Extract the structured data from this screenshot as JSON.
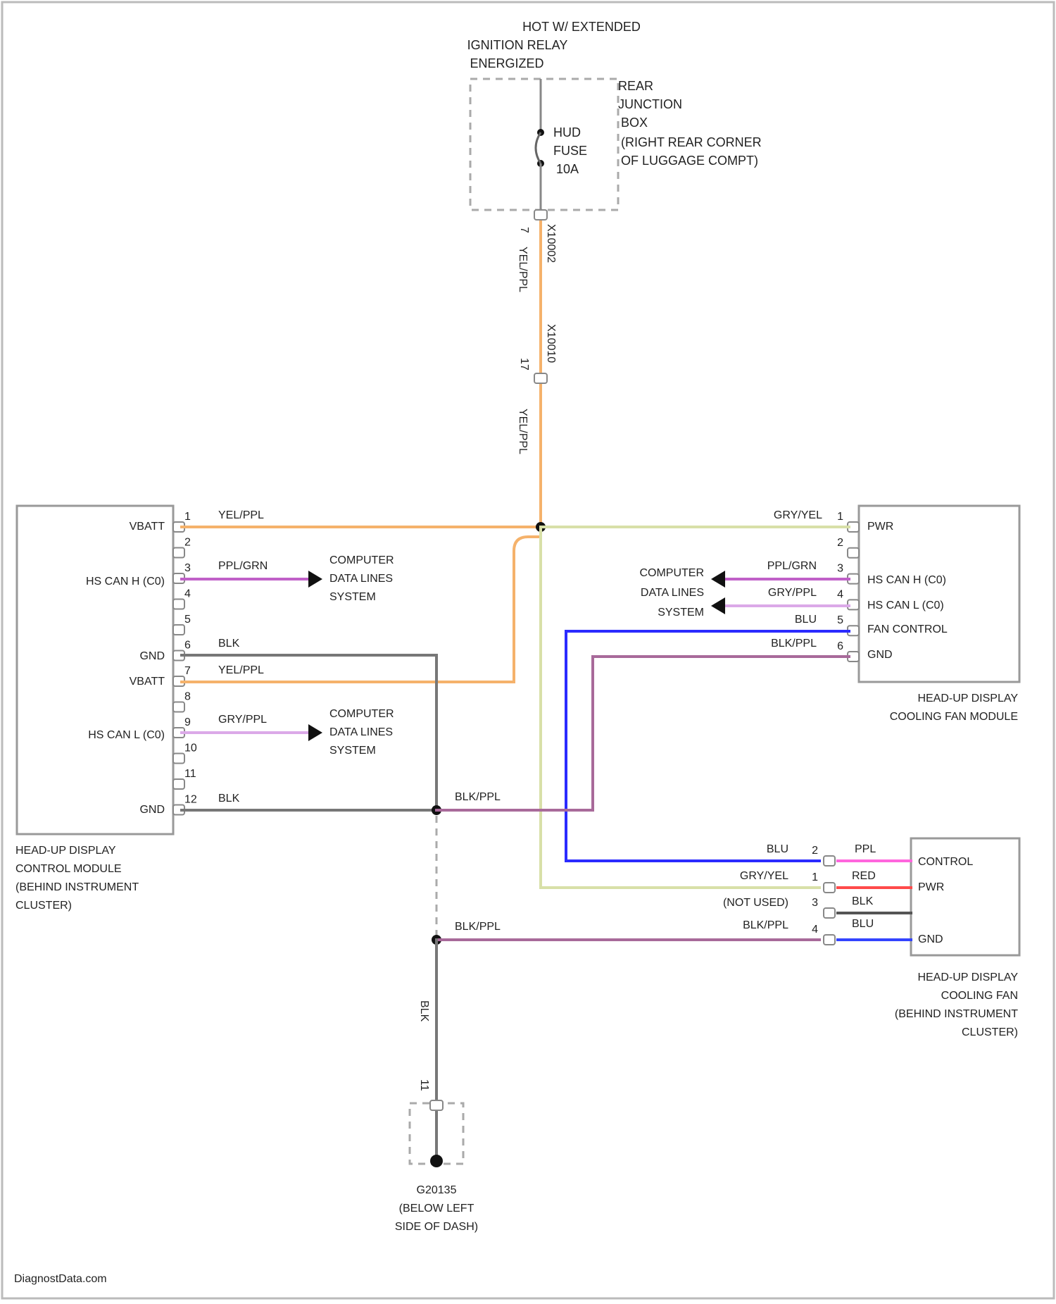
{
  "colors": {
    "yel_ppl": "#f5b26b",
    "ppl_grn": "#c060c8",
    "gry_ppl": "#dba9e8",
    "blk": "#777777",
    "blk_ppl": "#a86a9a",
    "gry_yel": "#d8e0a8",
    "blu": "#2b2bff",
    "ppl": "#ff66dd",
    "red": "#ff4a4a",
    "blu2": "#3344ff"
  },
  "power": {
    "title": [
      "HOT W/ EXTENDED",
      "IGNITION RELAY",
      "ENERGIZED"
    ],
    "fuse": [
      "HUD",
      "FUSE",
      "10A"
    ],
    "junction_box": [
      "REAR",
      "JUNCTION",
      "BOX",
      "(RIGHT REAR CORNER",
      "OF LUGGAGE COMPT)"
    ],
    "pin_top": "7",
    "wire_upper": "YEL/PPL",
    "connector_upper": "X10002",
    "pin_mid": "17",
    "connector_lower": "X10010",
    "wire_lower": "YEL/PPL"
  },
  "control_module": {
    "labels": {
      "vbatt1": "VBATT",
      "hs_can_h": "HS CAN H (C0)",
      "gnd1": "GND",
      "vbatt2": "VBATT",
      "hs_can_l": "HS CAN L (C0)",
      "gnd2": "GND"
    },
    "pins": [
      "1",
      "2",
      "3",
      "4",
      "5",
      "6",
      "7",
      "8",
      "9",
      "10",
      "11",
      "12"
    ],
    "wires": {
      "p1": "YEL/PPL",
      "p3": "PPL/GRN",
      "p6": "BLK",
      "p7": "YEL/PPL",
      "p9": "GRY/PPL",
      "p12": "BLK"
    },
    "data_lines": [
      "COMPUTER",
      "DATA LINES",
      "SYSTEM"
    ],
    "caption": [
      "HEAD-UP DISPLAY",
      "CONTROL MODULE",
      "(BEHIND INSTRUMENT",
      "CLUSTER)"
    ]
  },
  "fan_module": {
    "labels": {
      "pwr": "PWR",
      "hs_can_h": "HS CAN H (C0)",
      "hs_can_l": "HS CAN L (C0)",
      "fan_control": "FAN CONTROL",
      "gnd": "GND"
    },
    "pins": [
      "1",
      "2",
      "3",
      "4",
      "5",
      "6"
    ],
    "wires": {
      "p1": "GRY/YEL",
      "p3": "PPL/GRN",
      "p4": "GRY/PPL",
      "p5": "BLU",
      "p6": "BLK/PPL"
    },
    "data_lines": [
      "COMPUTER",
      "DATA LINES",
      "SYSTEM"
    ],
    "caption": [
      "HEAD-UP DISPLAY",
      "COOLING FAN MODULE"
    ]
  },
  "splice": {
    "wire": "BLK/PPL",
    "wire_lower": "BLK/PPL"
  },
  "cooling_fan": {
    "labels": {
      "control": "CONTROL",
      "pwr": "PWR",
      "gnd": "GND"
    },
    "pins": [
      "2",
      "1",
      "3",
      "4"
    ],
    "wires_left": {
      "p2": "BLU",
      "p1": "GRY/YEL",
      "p3": "(NOT USED)",
      "p4": "BLK/PPL"
    },
    "wires_right": {
      "a": "PPL",
      "b": "RED",
      "c": "BLK",
      "d": "BLU"
    },
    "caption": [
      "HEAD-UP DISPLAY",
      "COOLING FAN",
      "(BEHIND INSTRUMENT",
      "CLUSTER)"
    ]
  },
  "ground": {
    "wire": "BLK",
    "pin": "11",
    "caption": [
      "G20135",
      "(BELOW LEFT",
      "SIDE OF DASH)"
    ]
  },
  "watermark": "DiagnostData.com"
}
